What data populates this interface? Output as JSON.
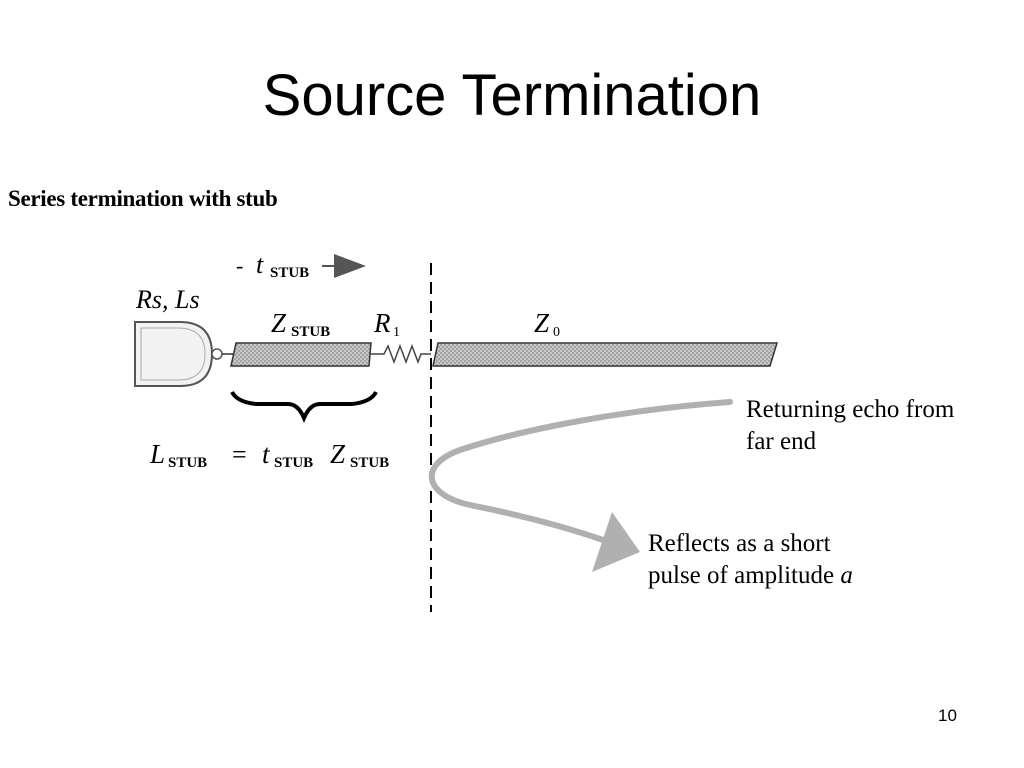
{
  "slide": {
    "title": "Source Termination",
    "number": "10"
  },
  "diagram": {
    "heading": "Series termination with stub",
    "delay_label": {
      "prefix": "- ",
      "symbol": "t",
      "subscript": "STUB"
    },
    "source_label": "Rs, Ls",
    "stub_label": {
      "symbol": "Z",
      "subscript": "STUB"
    },
    "resistor_label": {
      "symbol": "R",
      "subscript": "1"
    },
    "line_label": {
      "symbol": "Z",
      "subscript": "0"
    },
    "equation": {
      "lhs_symbol": "L",
      "lhs_subscript": "STUB",
      "equals": "=",
      "t_symbol": "t",
      "t_subscript": "STUB",
      "z_symbol": "Z",
      "z_subscript": "STUB"
    },
    "echo_caption": {
      "line1": "Returning echo from",
      "line2": "far end"
    },
    "reflect_caption": {
      "line1": "Reflects as a short",
      "line2_prefix": "pulse of amplitude ",
      "line2_var": "a"
    },
    "colors": {
      "line_fill": "#c8c8c8",
      "echo_curve": "#b0b0b0",
      "arrow_dark": "#555555",
      "driver_fill": "#f2f2f2"
    }
  }
}
